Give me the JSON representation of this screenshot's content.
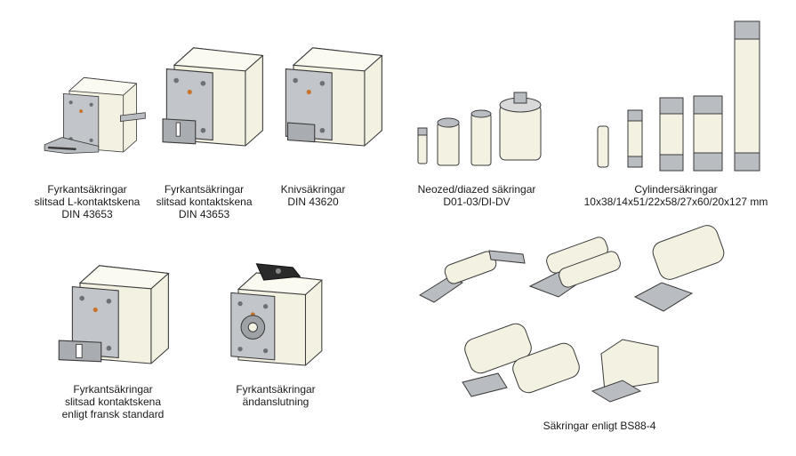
{
  "groups": [
    {
      "name": "l-slot",
      "lines": [
        "Fyrkantsäkringar",
        "slitsad L-kontaktskena",
        "DIN 43653"
      ]
    },
    {
      "name": "slot-contact",
      "lines": [
        "Fyrkantsäkringar",
        "slitsad kontaktskena",
        "DIN 43653"
      ]
    },
    {
      "name": "knife",
      "lines": [
        "Knivsäkringar",
        "DIN 43620"
      ]
    },
    {
      "name": "neozed",
      "lines": [
        "Neozed/diazed säkringar",
        "D01-03/DI-DV"
      ]
    },
    {
      "name": "cylinder",
      "lines": [
        "Cylindersäkringar",
        "10x38/14x51/22x58/27x60/20x127 mm"
      ]
    },
    {
      "name": "french",
      "lines": [
        "Fyrkantsäkringar",
        "slitsad kontaktskena",
        "enligt fransk standard"
      ]
    },
    {
      "name": "end-connection",
      "lines": [
        "Fyrkantsäkringar",
        "ändanslutning"
      ]
    },
    {
      "name": "bs88",
      "lines": [
        "Säkringar enligt BS88-4"
      ]
    }
  ],
  "colors": {
    "fuse_body": "#f3f1e2",
    "metal": "#b9bcc0",
    "metal_dark": "#7d8085",
    "outline": "#3a3a3a",
    "contact": "#c8742c"
  }
}
